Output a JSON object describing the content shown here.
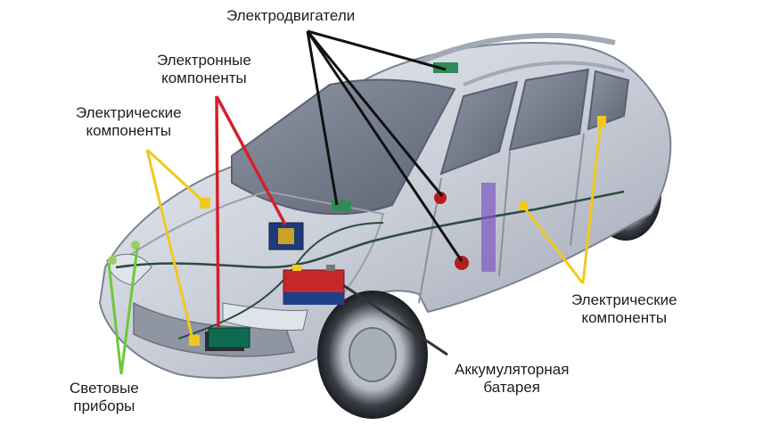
{
  "labels": {
    "motors": "Электродвигатели",
    "electronic": [
      "Электронные",
      "компоненты"
    ],
    "electric_left": [
      "Электрические",
      "компоненты"
    ],
    "electric_right": [
      "Электрические",
      "компоненты"
    ],
    "lights": [
      "Световые",
      "приборы"
    ],
    "battery": [
      "Аккумуляторная",
      "батарея"
    ]
  },
  "colors": {
    "motors_lines": "#111111",
    "electronic_lines": "#d4202a",
    "electric_lines": "#f2c81e",
    "lights_lines": "#6cc93a",
    "battery_line": "#333333",
    "car_body": "#c9ced8"
  }
}
